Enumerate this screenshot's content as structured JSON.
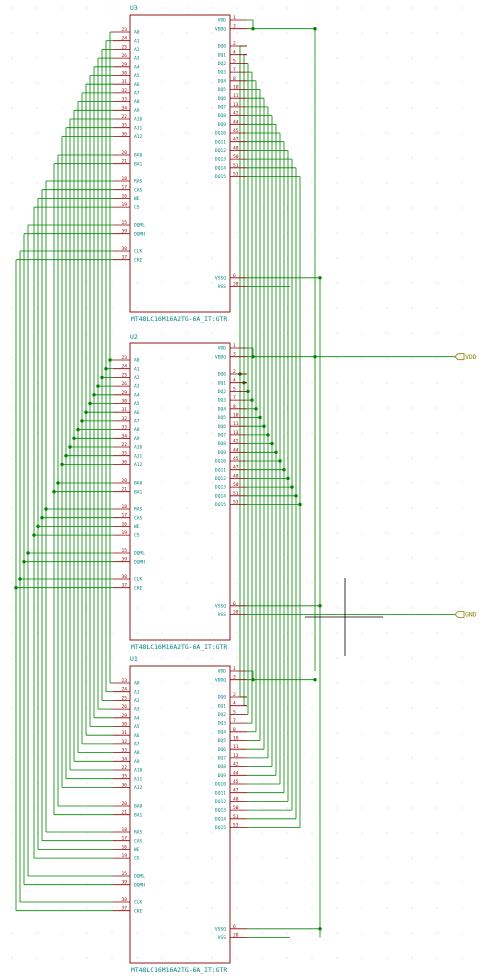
{
  "sheet": {
    "background": "#ffffff",
    "wire_color": "#008400",
    "body_color": "#840000",
    "text_color": "#008484",
    "label_color": "#848400"
  },
  "components": [
    {
      "id": "u3",
      "ref": "U3",
      "value": "MT48LC16M16A2TG-6A_IT:GTR"
    },
    {
      "id": "u2",
      "ref": "U2",
      "value": "MT48LC16M16A2TG-6A_IT:GTR"
    },
    {
      "id": "u1",
      "ref": "U1",
      "value": "MT48LC16M16A2TG-6A_IT:GTR"
    }
  ],
  "left_pins": [
    {
      "name": "A0",
      "num": "23"
    },
    {
      "name": "A1",
      "num": "24"
    },
    {
      "name": "A2",
      "num": "25"
    },
    {
      "name": "A3",
      "num": "26"
    },
    {
      "name": "A4",
      "num": "29"
    },
    {
      "name": "A5",
      "num": "30"
    },
    {
      "name": "A6",
      "num": "31"
    },
    {
      "name": "A7",
      "num": "32"
    },
    {
      "name": "A8",
      "num": "33"
    },
    {
      "name": "A9",
      "num": "34"
    },
    {
      "name": "A10",
      "num": "22"
    },
    {
      "name": "A11",
      "num": "35"
    },
    {
      "name": "A12",
      "num": "36"
    },
    {
      "name": "BA0",
      "num": "20"
    },
    {
      "name": "BA1",
      "num": "21"
    },
    {
      "name": "RAS",
      "num": "18"
    },
    {
      "name": "CAS",
      "num": "17"
    },
    {
      "name": "WE",
      "num": "16"
    },
    {
      "name": "CS",
      "num": "19"
    },
    {
      "name": "DQML",
      "num": "15"
    },
    {
      "name": "DQMH",
      "num": "39"
    },
    {
      "name": "CLK",
      "num": "38"
    },
    {
      "name": "CKE",
      "num": "37"
    }
  ],
  "right_top_pins": [
    {
      "name": "VDD",
      "num": "1"
    },
    {
      "name": "VDDQ",
      "num": "3"
    }
  ],
  "right_dq_pins": [
    {
      "name": "DQ0",
      "num": "2"
    },
    {
      "name": "DQ1",
      "num": "4"
    },
    {
      "name": "DQ2",
      "num": "5"
    },
    {
      "name": "DQ3",
      "num": "7"
    },
    {
      "name": "DQ4",
      "num": "8"
    },
    {
      "name": "DQ5",
      "num": "10"
    },
    {
      "name": "DQ6",
      "num": "11"
    },
    {
      "name": "DQ7",
      "num": "13"
    },
    {
      "name": "DQ8",
      "num": "42"
    },
    {
      "name": "DQ9",
      "num": "44"
    },
    {
      "name": "DQ10",
      "num": "45"
    },
    {
      "name": "DQ11",
      "num": "47"
    },
    {
      "name": "DQ12",
      "num": "48"
    },
    {
      "name": "DQ13",
      "num": "50"
    },
    {
      "name": "DQ14",
      "num": "51"
    },
    {
      "name": "DQ15",
      "num": "53"
    }
  ],
  "right_bottom_pins": [
    {
      "name": "VSSQ",
      "num": "6"
    },
    {
      "name": "VSS",
      "num": "28"
    }
  ],
  "net_labels": [
    {
      "id": "vdd",
      "text": "VDD"
    },
    {
      "id": "gnd",
      "text": "GND"
    }
  ]
}
